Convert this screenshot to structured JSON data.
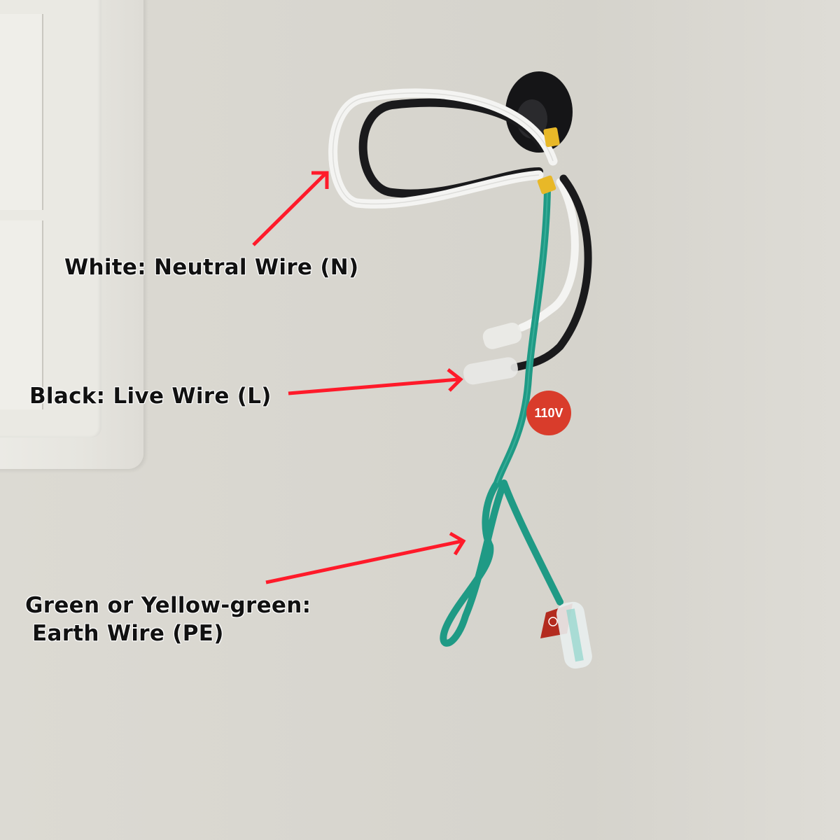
{
  "image": {
    "description": "Annotated photo of a wall-mounted appliance wiring: white, black and green wires emerging from a black grommet",
    "background_color": "#d8d6cf",
    "arrow_color": "#ff1a2a"
  },
  "annotations": {
    "neutral": {
      "label": "White: Neutral Wire (N)"
    },
    "live": {
      "label": "Black: Live Wire (L)"
    },
    "earth": {
      "line1": "Green or Yellow-green:",
      "line2": "Earth Wire (PE)"
    }
  },
  "badge": {
    "text": "110V",
    "color": "#d93c2b"
  },
  "wires": {
    "neutral_color": "#f4f4f2",
    "live_color": "#1a1a1c",
    "earth_color": "#1f9a85",
    "clip_color": "#e8b828",
    "grommet_color": "#151517"
  }
}
